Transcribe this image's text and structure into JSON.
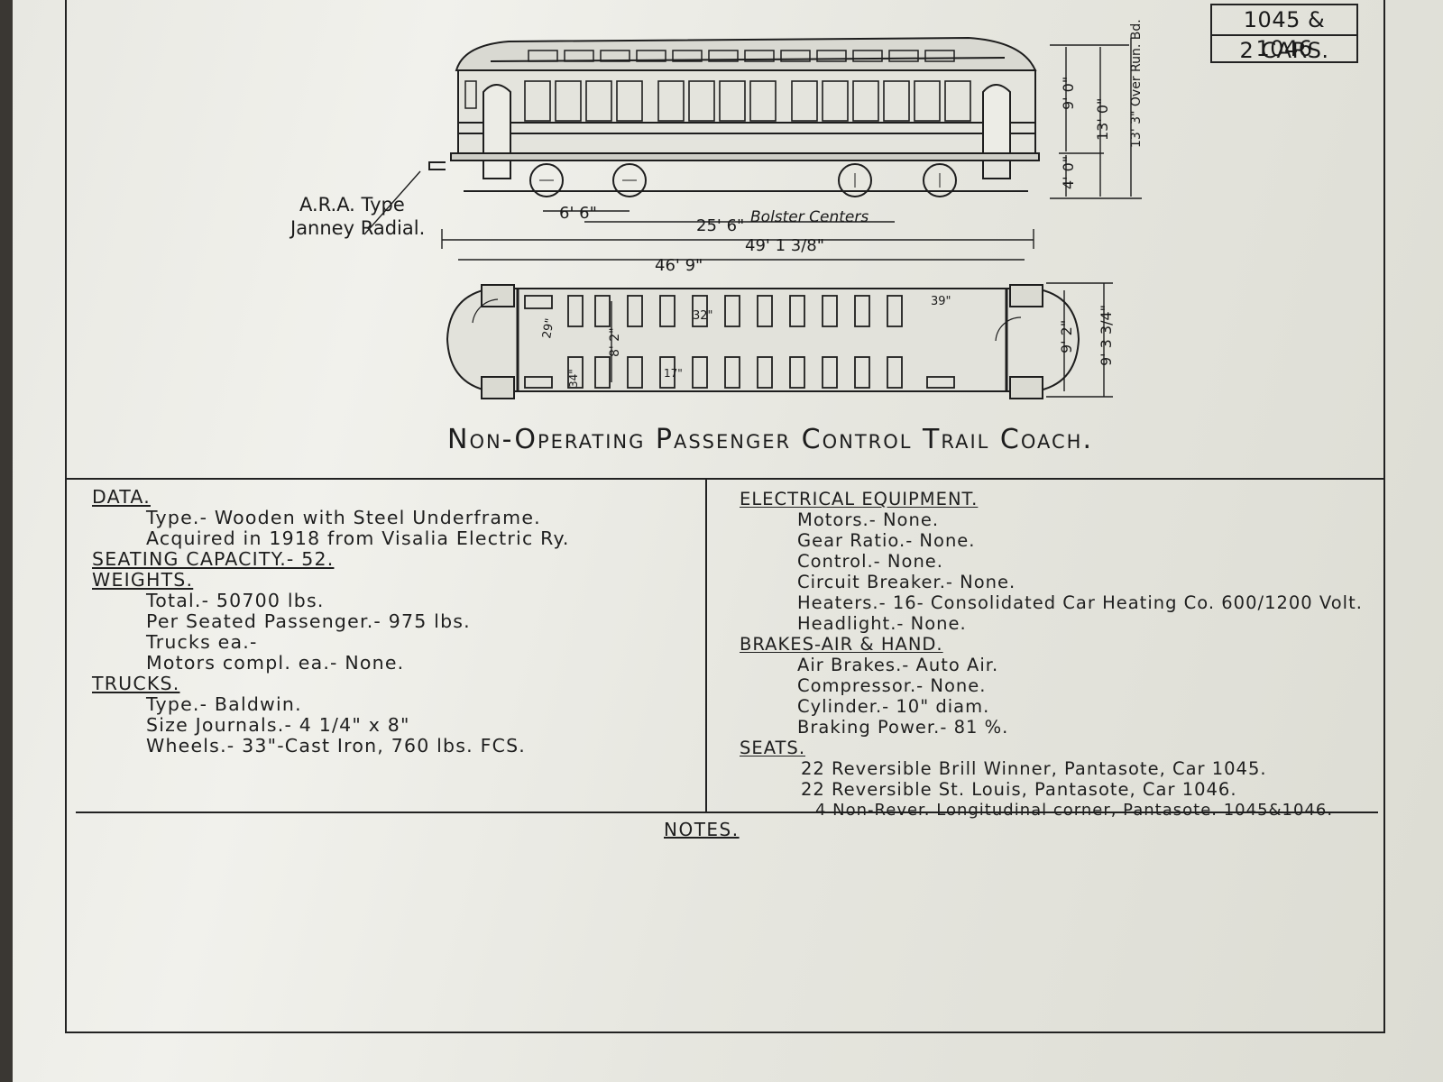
{
  "car_id": {
    "line1": "1045 & 1046",
    "line2": "2 CARS."
  },
  "drawing": {
    "coupler_note_line1": "A.R.A. Type",
    "coupler_note_line2": "Janney Radial.",
    "dim_truck_wheelbase": "6' 6\"",
    "dim_bolster_value": "25' 6\"",
    "dim_bolster_label": "Bolster Centers",
    "dim_overall": "49' 1 3/8\"",
    "dim_body": "46' 9\"",
    "dim_floor": "4' 0\"",
    "dim_height_roof": "9' 0\"",
    "dim_height_total": "13' 0\"",
    "dim_height_runboard": "13' 3\" Over Run. Bd.",
    "dim_width_inside": "9' 2\"",
    "dim_width_outside": "9' 3 3/4\"",
    "dim_aisle": "8' 2\"",
    "dim_seat_pitch": "32\"",
    "dim_end_seat": "39\"",
    "dim_corner": "29\"",
    "dim_seat_a": "34\"",
    "dim_seat_b": "17\""
  },
  "title": "Non-Operating Passenger Control Trail Coach.",
  "left": {
    "data_hd": "DATA.",
    "type": "Type.- Wooden with Steel Underframe.",
    "acquired": "Acquired in 1918 from Visalia Electric Ry.",
    "seating": "SEATING CAPACITY.- 52.",
    "weights_hd": "WEIGHTS.",
    "total": "Total.- 50700 lbs.",
    "per_seat": "Per Seated Passenger.- 975 lbs.",
    "trucks_ea": "Trucks ea.-",
    "motors_compl": "Motors compl. ea.- None.",
    "trucks_hd": "TRUCKS.",
    "truck_type": "Type.- Baldwin.",
    "journals": "Size Journals.- 4 1/4\" x 8\"",
    "wheels": "Wheels.- 33\"-Cast Iron, 760 lbs. FCS."
  },
  "right": {
    "elec_hd": "ELECTRICAL EQUIPMENT.",
    "motors": "Motors.- None.",
    "gear": "Gear Ratio.- None.",
    "control": "Control.- None.",
    "breaker": "Circuit Breaker.- None.",
    "heaters": "Heaters.- 16- Consolidated Car Heating Co. 600/1200 Volt.",
    "headlight": "Headlight.- None.",
    "brakes_hd": "BRAKES-AIR & HAND.",
    "air": "Air Brakes.- Auto Air.",
    "compressor": "Compressor.- None.",
    "cylinder": "Cylinder.- 10\" diam.",
    "braking": "Braking Power.- 81 %.",
    "seats_hd": "SEATS.",
    "seat1": "22 Reversible Brill Winner, Pantasote, Car 1045.",
    "seat2": "22 Reversible St. Louis, Pantasote, Car 1046.",
    "seat3": "4 Non-Rever. Longitudinal corner, Pantasote. 1045&1046."
  },
  "notes_hd": "NOTES."
}
